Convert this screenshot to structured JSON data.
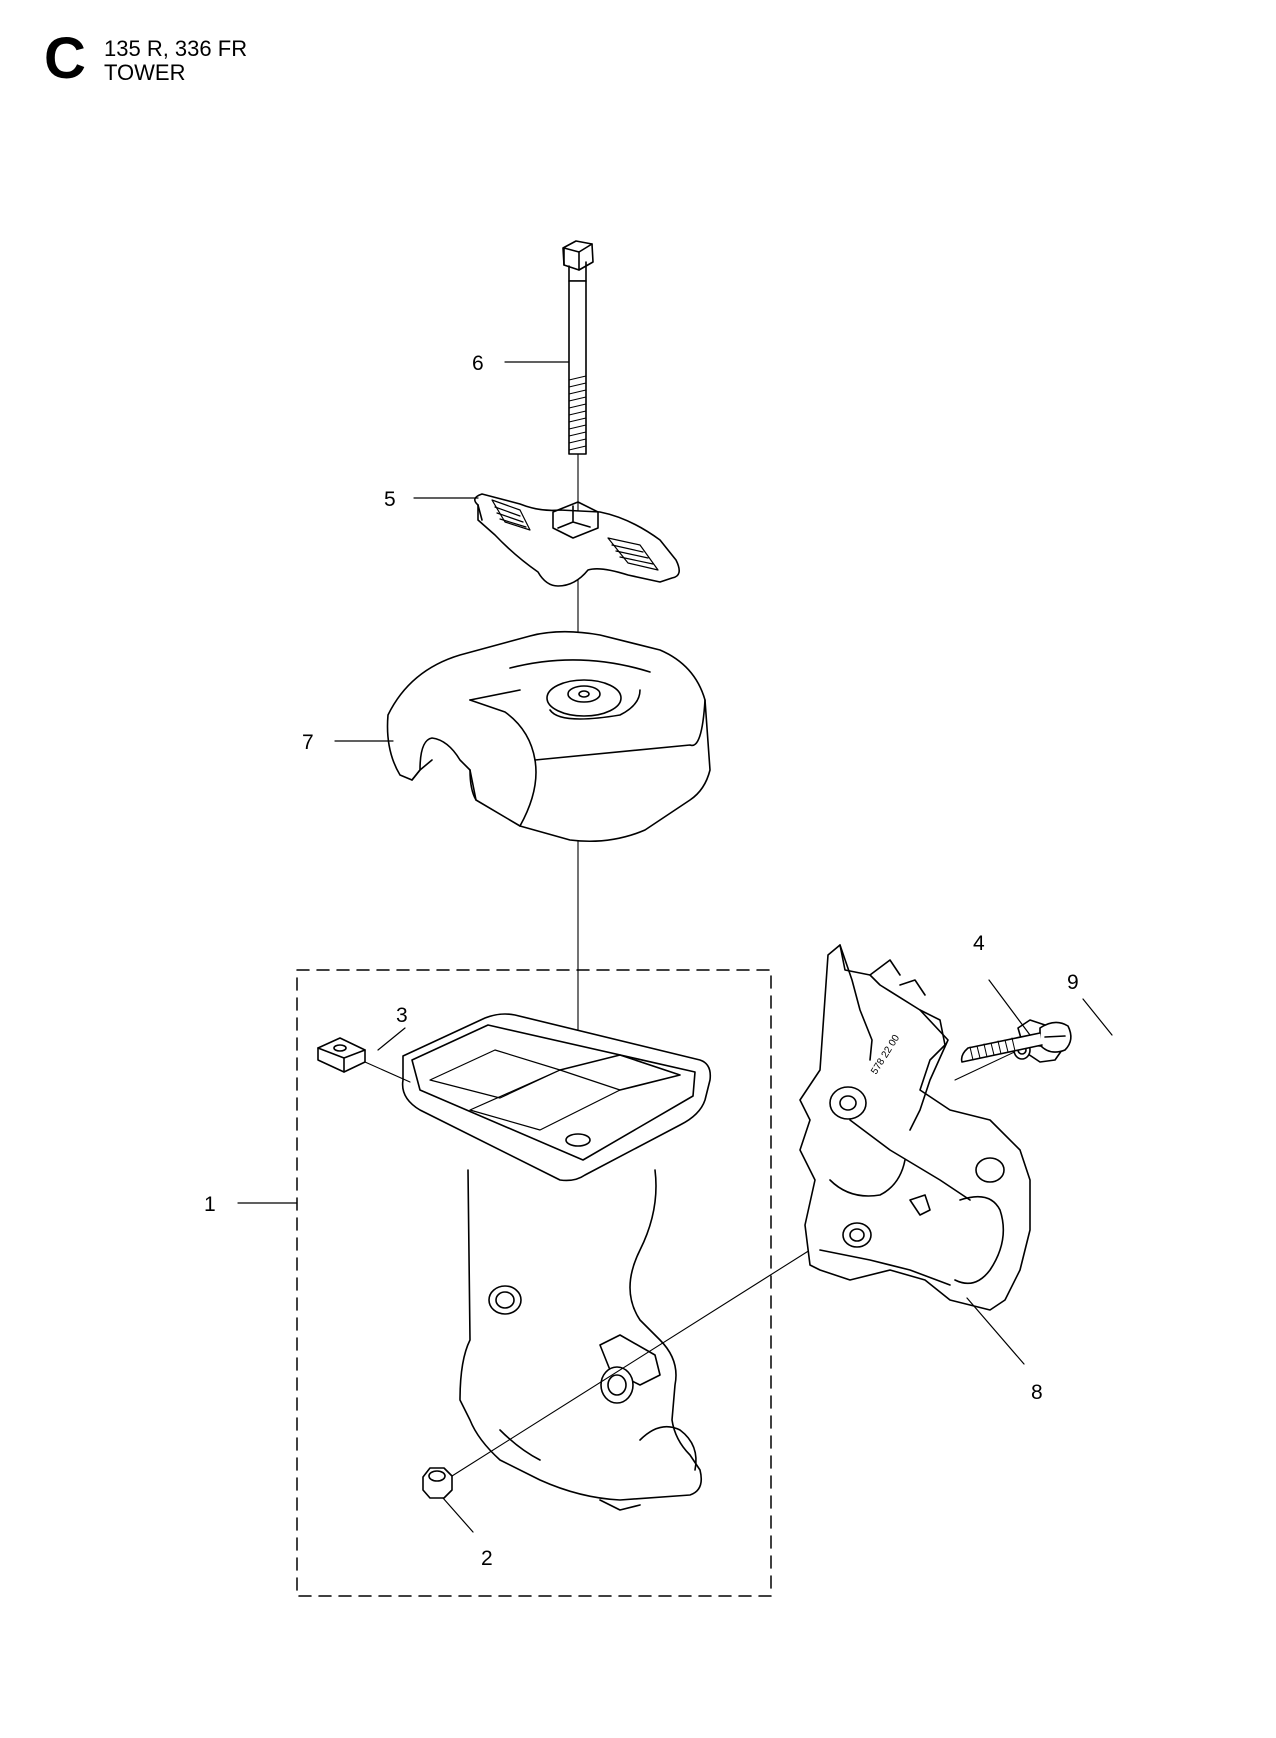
{
  "header": {
    "section_letter": "C",
    "model": "135 R, 336 FR",
    "title": "TOWER"
  },
  "callouts": [
    {
      "id": "1",
      "label": "1"
    },
    {
      "id": "2",
      "label": "2"
    },
    {
      "id": "3",
      "label": "3"
    },
    {
      "id": "4",
      "label": "4"
    },
    {
      "id": "5",
      "label": "5"
    },
    {
      "id": "6",
      "label": "6"
    },
    {
      "id": "7",
      "label": "7"
    },
    {
      "id": "8",
      "label": "8"
    },
    {
      "id": "9",
      "label": "9"
    }
  ],
  "part_markings": {
    "bracket_number": "578 22 00"
  }
}
